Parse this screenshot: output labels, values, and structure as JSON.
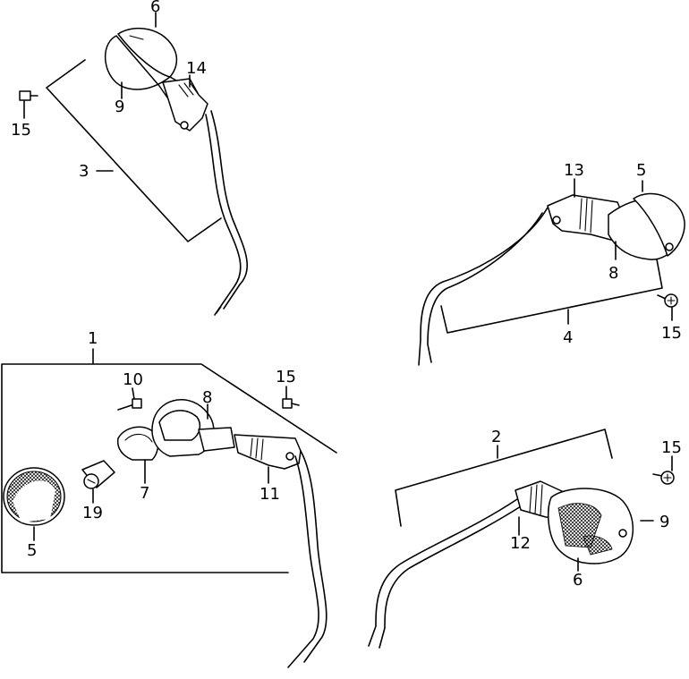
{
  "callouts": {
    "c1": "1",
    "c2": "2",
    "c3": "3",
    "c4": "4",
    "c5_top": "5",
    "c5_left": "5",
    "c6_top": "6",
    "c6_bottom": "6",
    "c7": "7",
    "c8_top": "8",
    "c8_center": "8",
    "c9_top": "9",
    "c9_right": "9",
    "c10": "10",
    "c11": "11",
    "c12": "12",
    "c13": "13",
    "c14": "14",
    "c15_topleft": "15",
    "c15_right": "15",
    "c15_center": "15",
    "c15_lowerright": "15",
    "c19": "19"
  }
}
